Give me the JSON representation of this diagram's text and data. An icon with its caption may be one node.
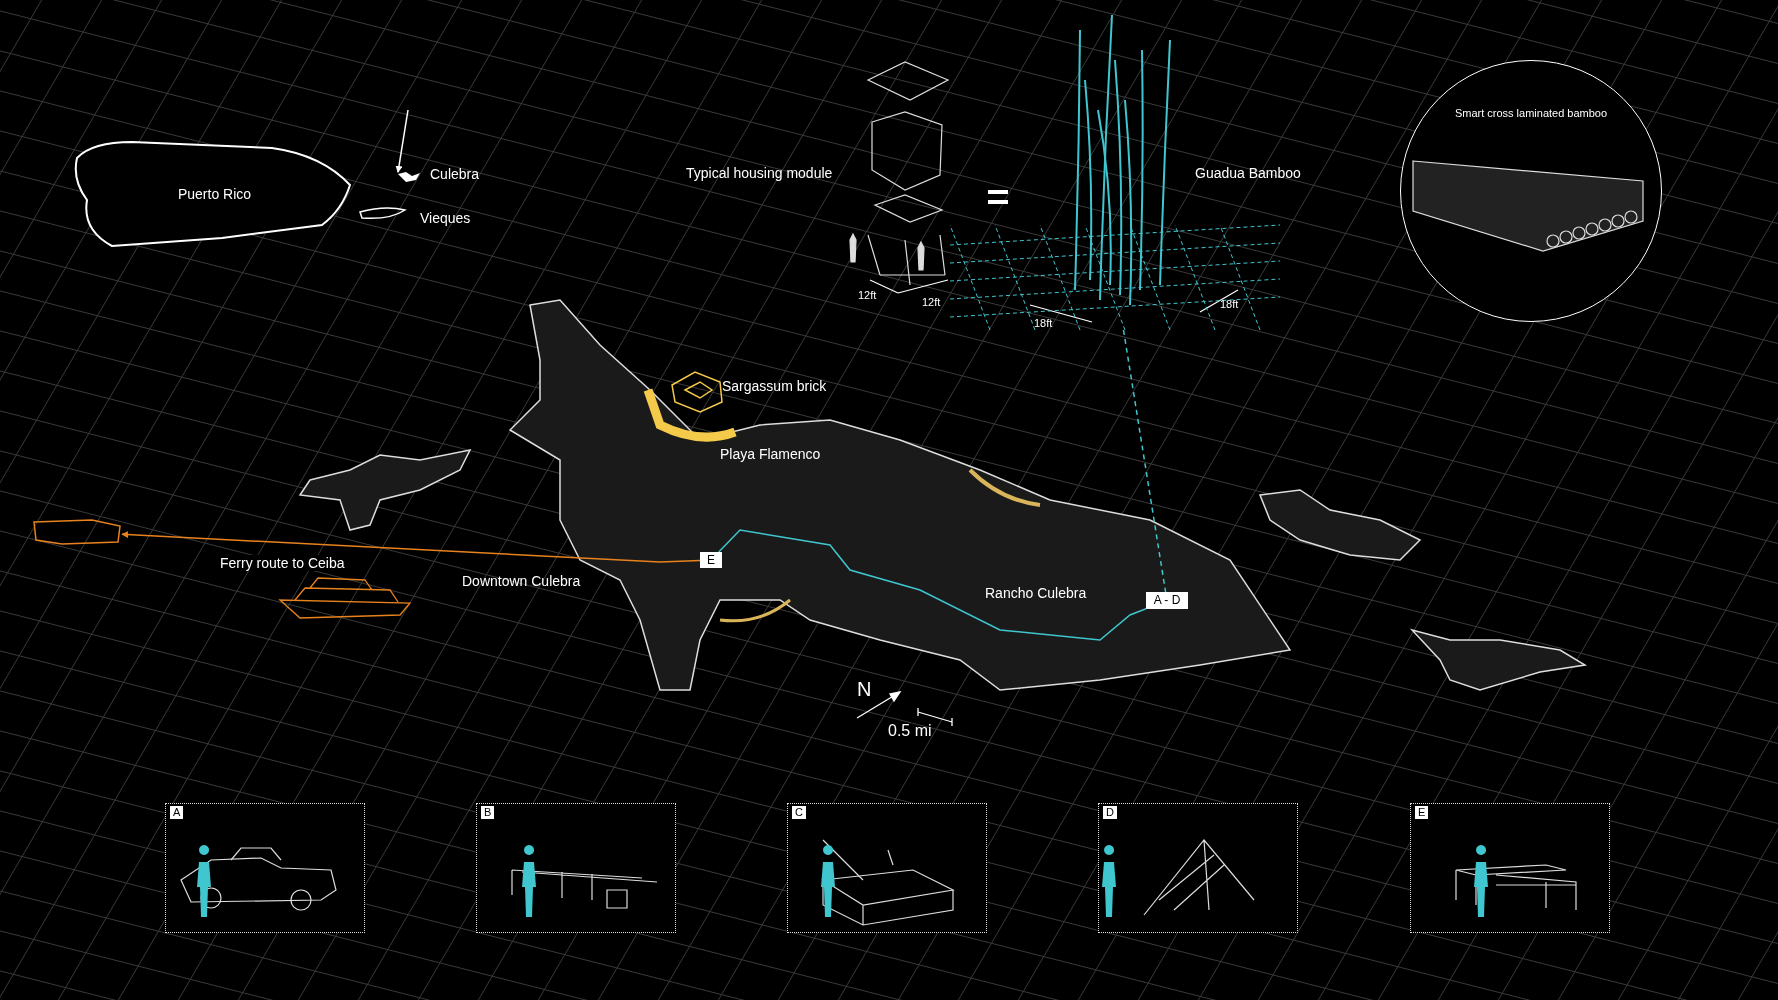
{
  "diagram": {
    "nodes": [
      {
        "text": [
          "Puerto Rico"
        ]
      },
      {
        "text": [],
        "shape": "picture",
        "beside": [
          "Culebra"
        ]
      },
      {
        "text": [],
        "shape": "picture"
      },
      {
        "text": [
          "Smart cross laminated bamboo"
        ]
      },
      {
        "text": [],
        "shape": "picture"
      },
      {
        "text": [
          "E"
        ]
      },
      {
        "text": [
          "A - D"
        ]
      },
      {
        "text": [
          "A"
        ]
      },
      {
        "text": [
          "B"
        ]
      },
      {
        "text": [
          "C"
        ]
      },
      {
        "text": [
          "D"
        ]
      },
      {
        "text": [
          "E"
        ]
      }
    ],
    "edges": [
      {
        "from": null,
        "to": 1,
        "arrow": "to",
        "color": "#ffffff"
      },
      {
        "from": 5,
        "to": 4,
        "arrow": "to",
        "label": "Ferry route to Ceiba",
        "color": "#e8821e"
      },
      {
        "from": 5,
        "to": 6,
        "arrow": "none",
        "color": "#3fc6cf"
      },
      {
        "from": 2,
        "to": 6,
        "arrow": "none",
        "style": "dashed",
        "color": "#3fc6cf"
      }
    ],
    "labels": [
      "Vieques",
      "Typical housing module",
      "12ft",
      "12ft",
      "Guadua Bamboo",
      "18ft",
      "18ft",
      "Sargassum brick",
      "Playa Flamenco",
      "Downtown Culebra",
      "Rancho Culebra",
      "N",
      "0.5 mi"
    ]
  }
}
